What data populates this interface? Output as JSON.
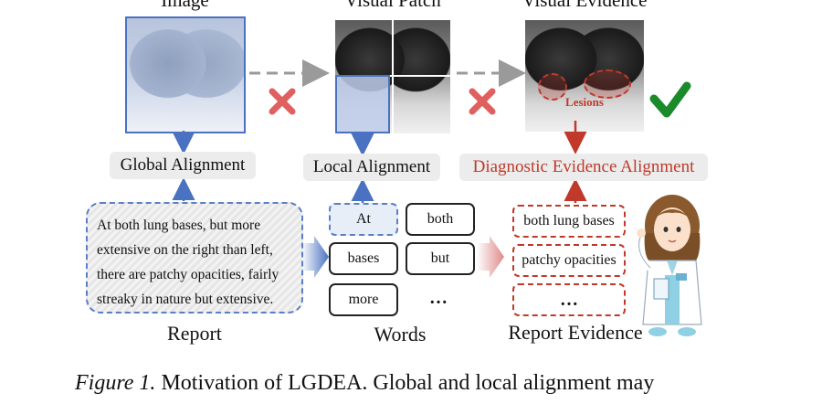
{
  "columns": {
    "image": "Image",
    "visual_patch": "Visual Patch",
    "visual_evidence": "Visual Evidence"
  },
  "lesions_label": "Lesions",
  "alignments": {
    "global": "Global Alignment",
    "local": "Local Alignment",
    "diagnostic": "Diagnostic Evidence Alignment"
  },
  "report_text": [
    "At both lung bases, but more",
    "extensive on the right than left,",
    "there are patchy opacities, fairly",
    "streaky in nature but extensive."
  ],
  "words": [
    "At",
    "both",
    "bases",
    "but",
    "more",
    "…"
  ],
  "evidence": [
    "both lung bases",
    "patchy opacities",
    "…"
  ],
  "section_labels": {
    "report": "Report",
    "words": "Words",
    "report_evidence": "Report Evidence"
  },
  "caption": {
    "figure": "Figure 1.",
    "text": "Motivation of LGDEA. Global and local alignment may"
  },
  "colors": {
    "blue": "#4a72c0",
    "red": "#c0392b",
    "cross": "#e06060",
    "check": "#1a8a2a"
  }
}
